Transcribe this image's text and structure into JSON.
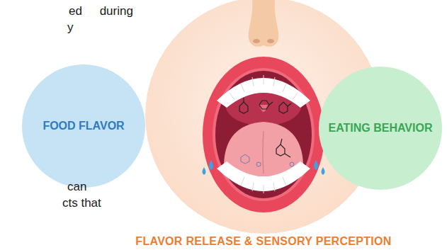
{
  "diagram": {
    "nodes": [
      {
        "text": [
          "FOOD FLAVOR"
        ]
      },
      {
        "text": [
          "FLAVOR RELEASE & SENSORY PERCEPTION"
        ]
      },
      {
        "text": [
          "EATING BEHAVIOR"
        ]
      }
    ],
    "labels": [
      "ed during",
      "y",
      "can",
      "cts that"
    ]
  }
}
